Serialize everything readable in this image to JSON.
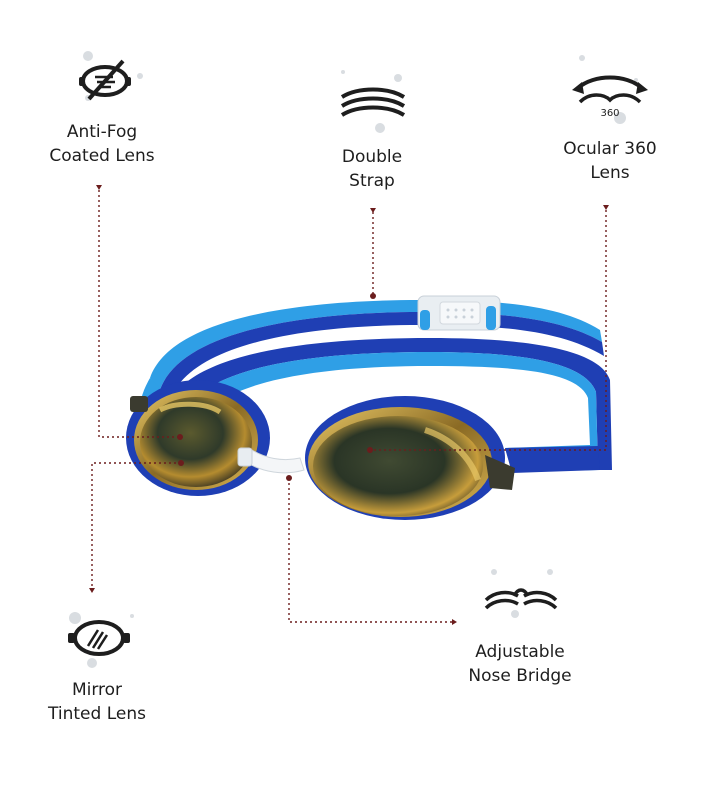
{
  "features": {
    "anti_fog": {
      "line1": "Anti-Fog",
      "line2": "Coated Lens",
      "icon": "anti-fog-goggle-icon"
    },
    "double_strap": {
      "line1": "Double",
      "line2": "Strap",
      "icon": "double-strap-icon"
    },
    "ocular_360": {
      "line1": "Ocular 360",
      "line2": "Lens",
      "icon": "rotate-360-icon",
      "badge": "360"
    },
    "mirror": {
      "line1": "Mirror",
      "line2": "Tinted Lens",
      "icon": "mirror-lens-icon"
    },
    "nose_bridge": {
      "line1": "Adjustable",
      "line2": "Nose Bridge",
      "icon": "nose-bridge-icon"
    }
  },
  "colors": {
    "strap_dark": "#1f3fb4",
    "strap_light": "#2f9fe6",
    "lens_gold": "#c9a64a",
    "callout": "#6b1d1d"
  }
}
